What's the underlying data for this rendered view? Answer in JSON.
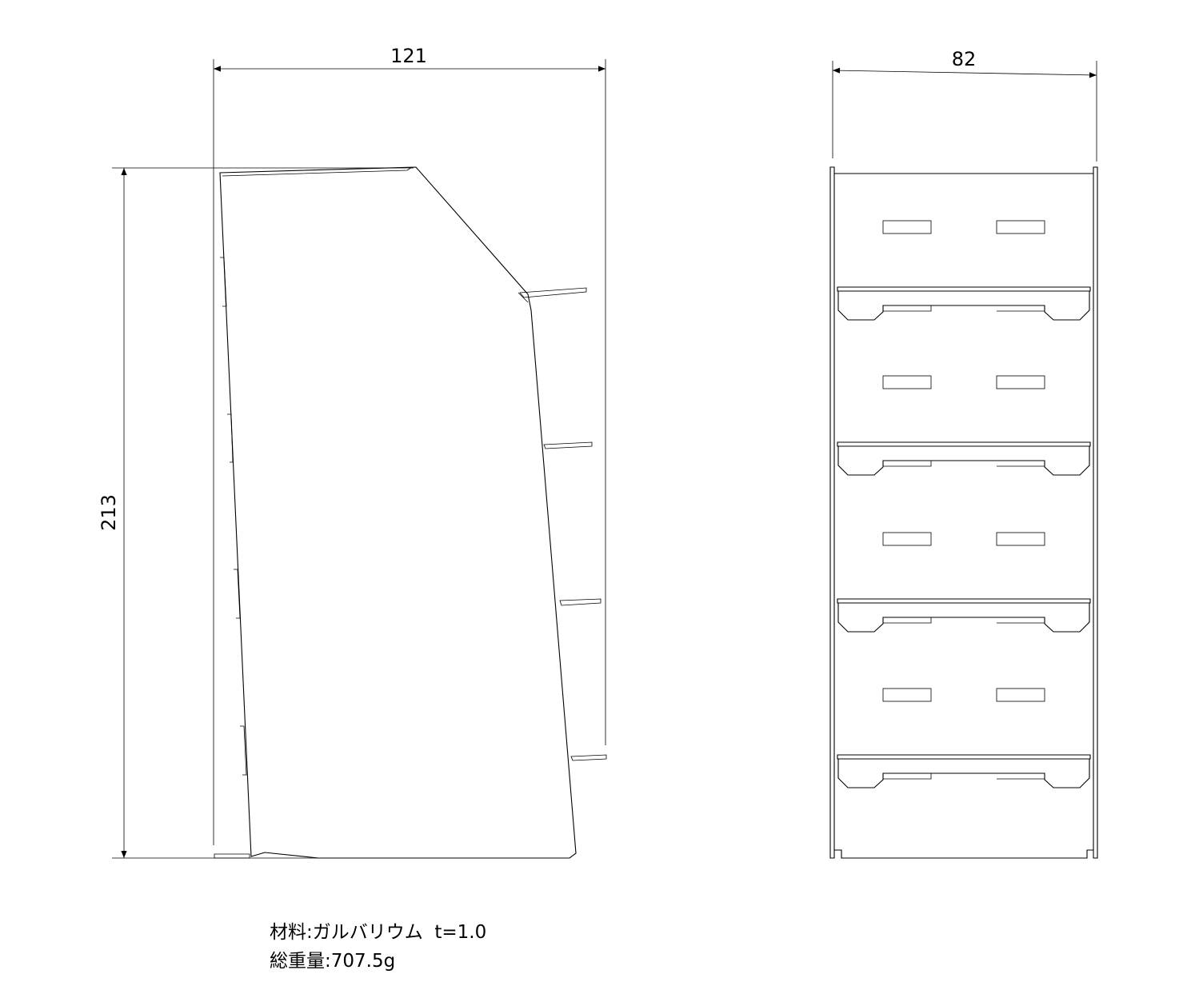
{
  "dimensions": {
    "side_width": "121",
    "side_height": "213",
    "front_width": "82"
  },
  "notes": {
    "material_label": "材料",
    "material_value": "ガルバリウム  t=1.0",
    "weight_label": "総重量",
    "weight_value": "707.5g",
    "separator": ":"
  }
}
